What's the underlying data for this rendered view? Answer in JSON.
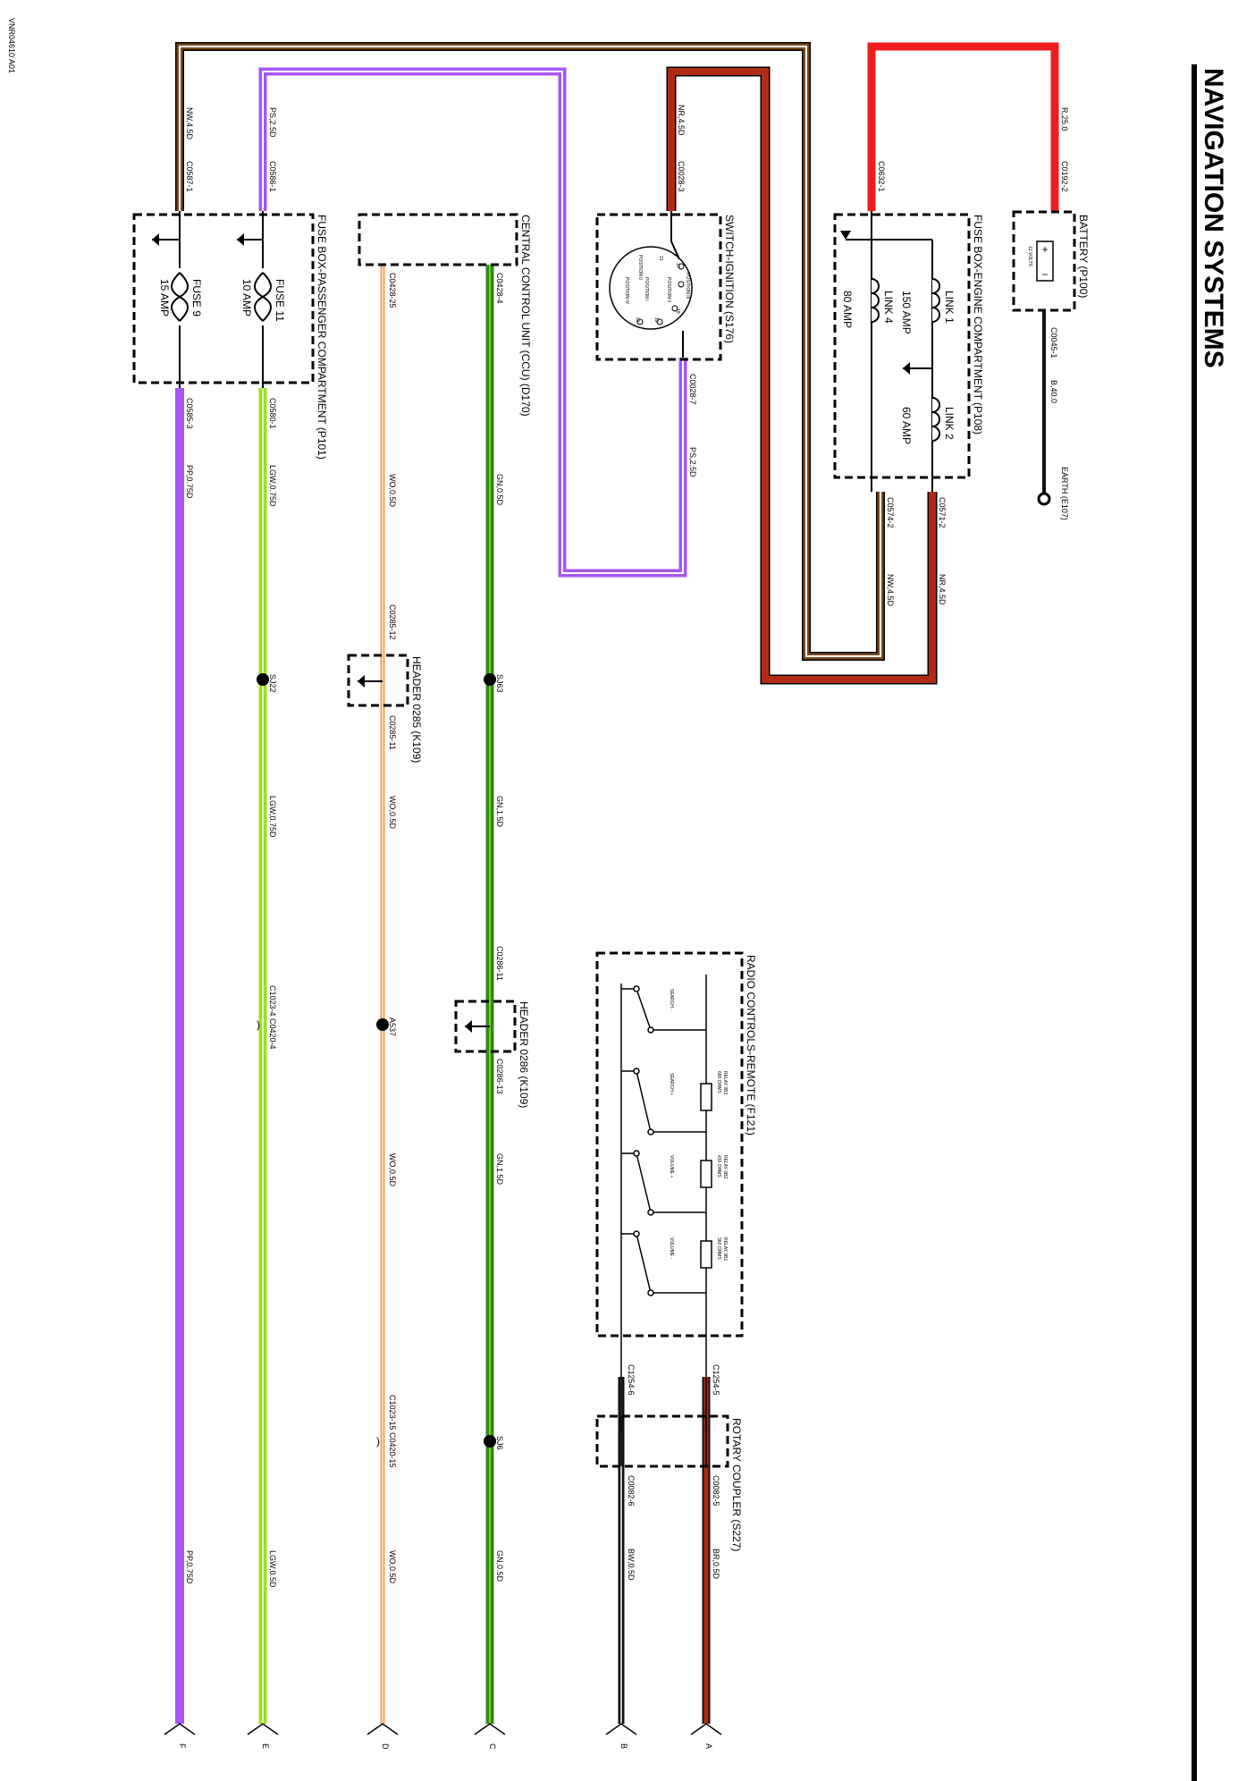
{
  "title": "NAVIGATION SYSTEMS",
  "diagram_code": "VNR04610 A01",
  "components": {
    "battery": "BATTERY (P100)",
    "battery_volts": "12 VOLTS",
    "earth": "EARTH (E107)",
    "fuse_box_engine": "FUSE BOX-ENGINE COMPARTMENT (P108)",
    "link1": "LINK 1",
    "link1_amp": "150 AMP",
    "link2": "LINK 2",
    "link2_amp": "60 AMP",
    "link4": "LINK 4",
    "link4_amp": "80 AMP",
    "switch_ignition": "SWITCH-IGNITION (S176)",
    "ccu": "CENTRAL CONTROL UNIT (CCU) (D170)",
    "fuse_box_passenger": "FUSE BOX-PASSENGER COMPARTMENT (P101)",
    "fuse11": "FUSE 11",
    "fuse11_amp": "10 AMP",
    "fuse9": "FUSE 9",
    "fuse9_amp": "15 AMP",
    "header_0285": "HEADER 0285 (K109)",
    "header_0286": "HEADER 0286 (K109)",
    "radio_controls": "RADIO CONTROLS-REMOTE (F121)",
    "rotary_coupler": "ROTARY COUPLER (S227)"
  },
  "ignition_positions": [
    "POSITION 0",
    "POSITION I",
    "POSITION II",
    "POSITION III",
    "POSITION IV"
  ],
  "ignition_pins": [
    "17",
    "18",
    "19",
    "20",
    "21"
  ],
  "radio_switches": [
    "SEARCH -",
    "SEARCH +",
    "VOLUME +",
    "VOLUME -"
  ],
  "radio_resistors": [
    {
      "id": "RELAY 0B3",
      "value": "680 OHMS"
    },
    {
      "id": "RELAY 0B2",
      "value": "430 OHMS"
    },
    {
      "id": "RELAY 0B1",
      "value": "360 OHMS"
    }
  ],
  "connectors": {
    "c0192_2": "C0192-2",
    "c0045_1": "C0045-1",
    "c0632_1": "C0632-1",
    "c0571_2": "C0571-2",
    "c0574_2": "C0574-2",
    "c0028_3": "C0028-3",
    "c0028_7": "C0028-7",
    "c0428_4": "C0428-4",
    "c0428_25": "C0428-25",
    "c0587_1": "C0587-1",
    "c0586_1": "C0586-1",
    "c0585_3": "C0585-3",
    "c0580_1": "C0580-1",
    "c0285_12": "C0285-12",
    "c0285_11": "C0285-11",
    "c0286_11": "C0286-11",
    "c0286_13": "C0286-13",
    "c1023_4": "C1023-4  C0420-4",
    "c1023_15": "C1023-15  C0420-15",
    "c1254_5": "C1254-5",
    "c1254_6": "C1254-6",
    "c0082_5": "C0082-5",
    "c0082_6": "C0082-6"
  },
  "splices": {
    "sj22": "SJ22",
    "sj63": "SJ63",
    "sj6": "SJ6",
    "a537": "A537"
  },
  "wires": {
    "r250": "R,25.0",
    "b400": "B,40.0",
    "nr45_top": "NR,4.5D",
    "nr45_eng": "NR,4.5D",
    "nw45_top": "NW,4.5D",
    "nw45_eng": "NW,4.5D",
    "ps25_top": "PS,2.5D",
    "ps25_sw": "PS,2.5D",
    "gn05_top": "GN,0.5D",
    "gn15_a": "GN,1.5D",
    "gn15_b": "GN,1.5D",
    "gn05_bot": "GN,0.5D",
    "wo05_top": "WO,0.5D",
    "wo05_mid": "WO,0.5D",
    "wo05_low": "WO,0.5D",
    "wo05_bot": "WO,0.5D",
    "lgw075_a": "LGW,0.75D",
    "lgw075_b": "LGW,0.75D",
    "lgw05_bot": "LGW,0.5D",
    "pp075_top": "PP,0.75D",
    "pp075_bot": "PP,0.75D",
    "br05": "BR,0.5D",
    "bw05": "BW,0.5D"
  },
  "terminals": [
    "A",
    "B",
    "C",
    "D",
    "E",
    "F"
  ],
  "colors": {
    "brown": "#7a4a1e",
    "purple": "#a855f7",
    "red": "#ef1d1d",
    "dark_red": "#b22a16",
    "green": "#2e8b1e",
    "light_green": "#9be21c",
    "orange": "#f0a050",
    "black": "#111111"
  }
}
